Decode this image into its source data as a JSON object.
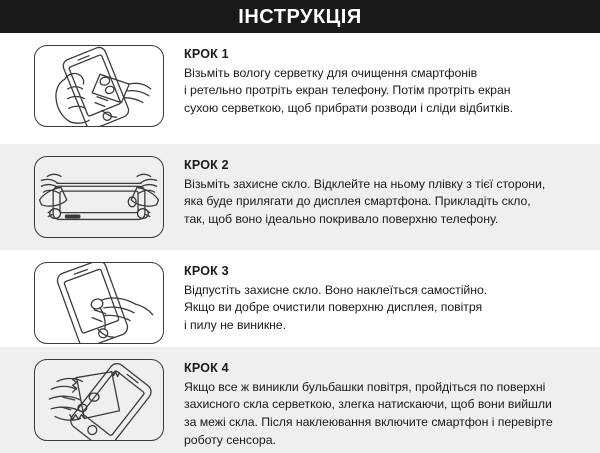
{
  "header": {
    "title": "ІНСТРУКЦІЯ"
  },
  "steps": [
    {
      "title": "КРОК 1",
      "body": "Візьміть вологу серветку для очищення смартфонів\nі ретельно протріть екран телефону. Потім протріть екран\nсухою серветкою, щоб прибрати розводи і сліди відбитків.",
      "illustration": "hand-holding-phone-wiping-with-cloth-icon",
      "background": "#ffffff"
    },
    {
      "title": "КРОК 2",
      "body": "Візьміть захисне скло. Відклейте на ньому плівку з тієї сторони,\nяка буде прилягати до дисплея смартфона. Прикладіть скло,\nтак, щоб воно ідеально покривало поверхню телефону.",
      "illustration": "two-hands-aligning-glass-on-phone-icon",
      "background": "#efefef"
    },
    {
      "title": "КРОК 3",
      "body": "Відпустіть захисне скло. Воно наклеїться самостійно.\nЯкщо ви добре очистили поверхню дисплея, повітря\nі пилу не виникне.",
      "illustration": "finger-pressing-phone-screen-icon",
      "background": "#ffffff"
    },
    {
      "title": "КРОК 4",
      "body": "Якщо все ж виникли бульбашки повітря, пройдіться по поверхні\nзахисного скла серветкою, злегка натискаючи, щоб вони вийшли\nза межі скла. Після наклеювання включите смартфон і перевірте\nроботу сенсора.",
      "illustration": "hand-smoothing-cloth-over-phone-icon",
      "background": "#efefef"
    }
  ],
  "colors": {
    "header_background": "#1a1a1a",
    "header_text": "#ffffff",
    "row_light": "#ffffff",
    "row_shade": "#efefef",
    "line_art": "#3b3b3b",
    "body_text": "#1a1a1a"
  }
}
